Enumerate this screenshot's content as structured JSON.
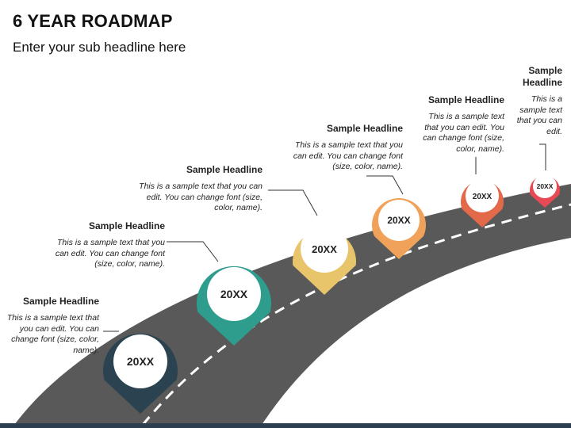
{
  "header": {
    "title": "6 YEAR ROADMAP",
    "subtitle": "Enter your sub headline here"
  },
  "milestones": [
    {
      "year": "20XX",
      "headline": "Sample Headline",
      "body": "This is a sample text that you can edit. You can change font (size, color, name).",
      "color": "#2b4350"
    },
    {
      "year": "20XX",
      "headline": "Sample Headline",
      "body": "This is a sample text that you can edit. You can change font (size, color, name).",
      "color": "#2e9d8e"
    },
    {
      "year": "20XX",
      "headline": "Sample Headline",
      "body": "This is a sample text that you can edit. You can change font (size, color, name).",
      "color": "#e8c46a"
    },
    {
      "year": "20XX",
      "headline": "Sample Headline",
      "body": "This is a sample text that you can edit. You can change font (size, color, name).",
      "color": "#f0a25a"
    },
    {
      "year": "20XX",
      "headline": "Sample Headline",
      "body": "This is a sample text that you can edit. You can change font (size, color, name).",
      "color": "#e2694a"
    },
    {
      "year": "20XX",
      "headline": "Sample Headline",
      "body": "This is a sample text that you can edit.",
      "color": "#e84a55"
    }
  ],
  "colors": {
    "road": "#595959",
    "road_dash": "#ffffff",
    "leader_line": "#333333",
    "bottom_bar": "#2b3d4f"
  }
}
